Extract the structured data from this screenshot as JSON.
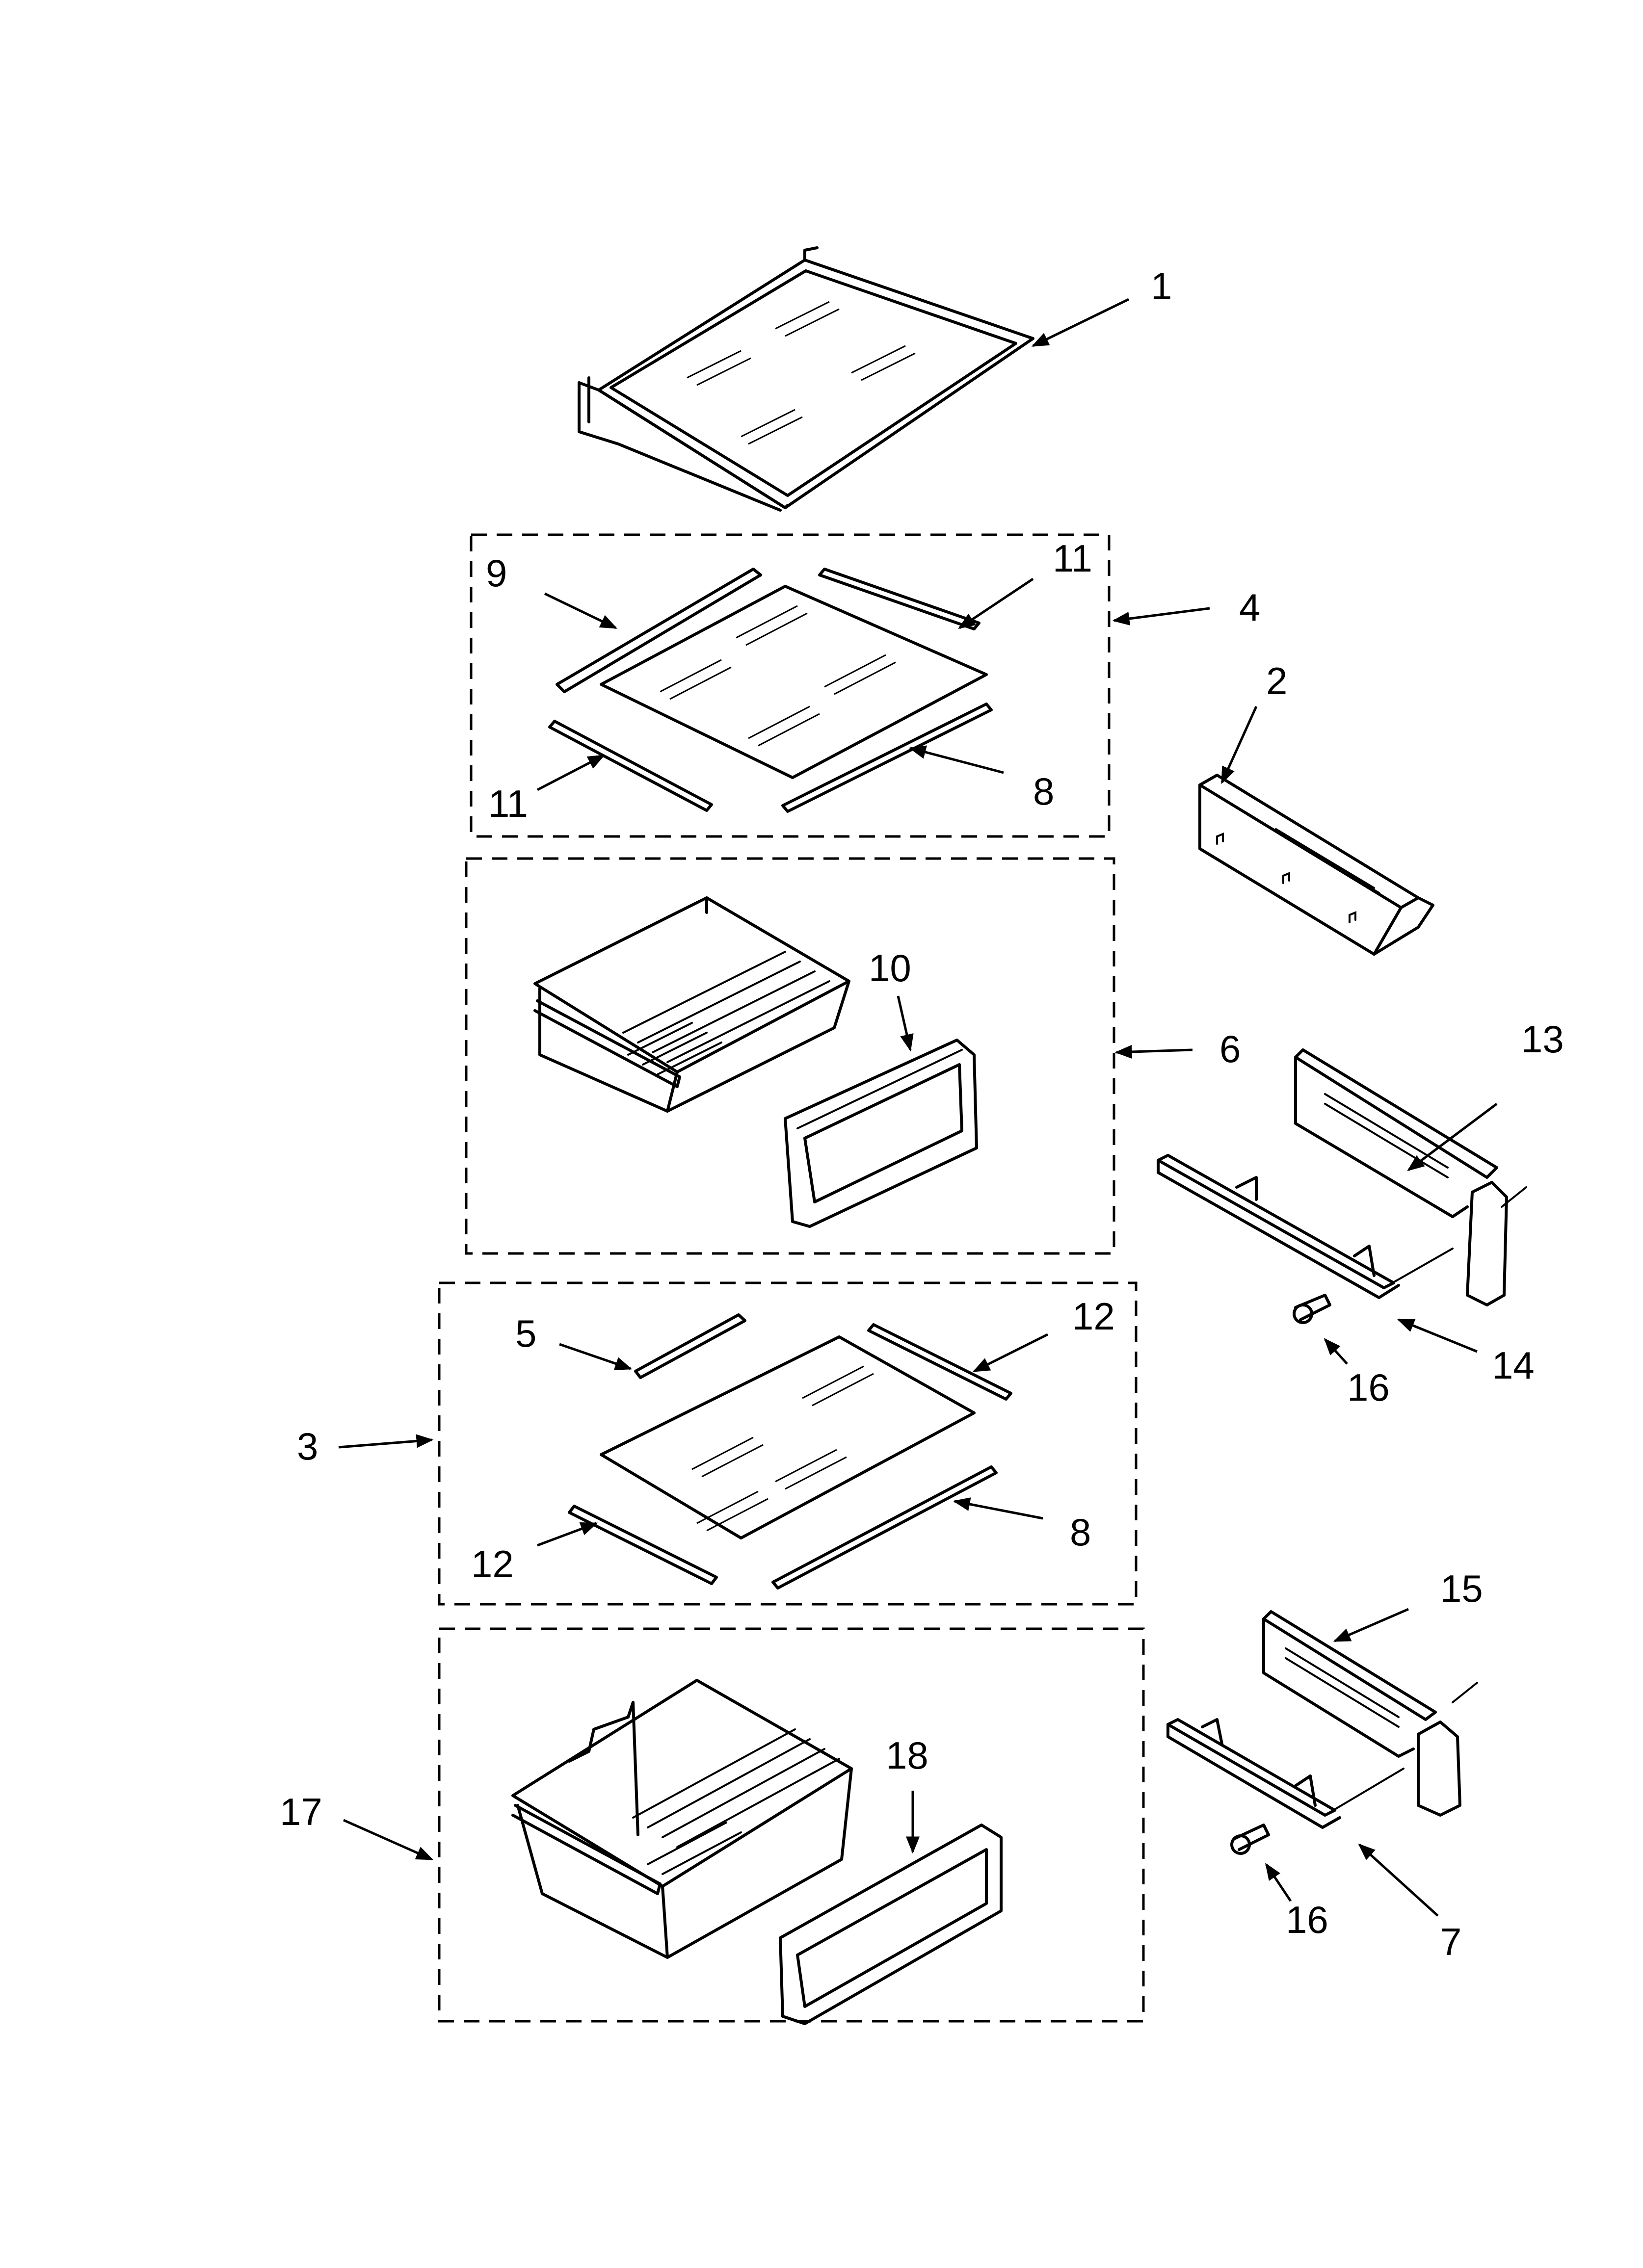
{
  "callouts": {
    "c1": "1",
    "c2": "2",
    "c3": "3",
    "c4": "4",
    "c5": "5",
    "c6": "6",
    "c7": "7",
    "c8a": "8",
    "c8b": "8",
    "c9": "9",
    "c10": "10",
    "c11a": "11",
    "c11b": "11",
    "c12a": "12",
    "c12b": "12",
    "c13": "13",
    "c14": "14",
    "c15": "15",
    "c16a": "16",
    "c16b": "16",
    "c17": "17",
    "c18": "18"
  }
}
